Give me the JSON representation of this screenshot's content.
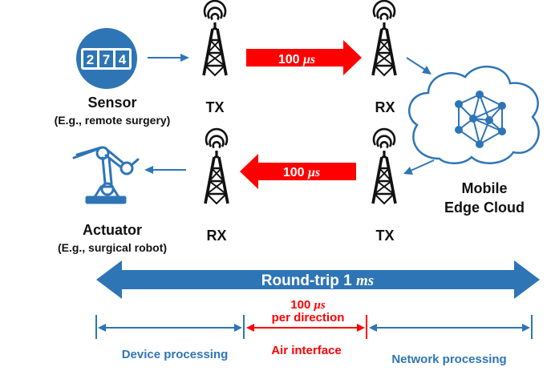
{
  "sensor": {
    "digits": [
      "2",
      "7",
      "4"
    ],
    "label": "Sensor",
    "example": "(E.g., remote surgery)"
  },
  "actuator": {
    "label": "Actuator",
    "example": "(E.g., surgical robot)"
  },
  "towers": {
    "top_left": "TX",
    "top_right": "RX",
    "bottom_left": "RX",
    "bottom_right": "TX"
  },
  "links": {
    "uplink_value": "100",
    "uplink_unit": "μs",
    "downlink_value": "100",
    "downlink_unit": "μs"
  },
  "cloud": {
    "line1": "Mobile",
    "line2": "Edge Cloud"
  },
  "round_trip": {
    "label": "Round-trip",
    "value": "1",
    "unit": "ms"
  },
  "air_budget": {
    "value": "100",
    "unit": "μs",
    "per": "per direction"
  },
  "segments": {
    "device": "Device processing",
    "air": "Air interface",
    "network": "Network processing"
  },
  "colors": {
    "blue": "#2e75b6",
    "red": "#ff0000",
    "white": "#ffffff",
    "black": "#111111"
  }
}
